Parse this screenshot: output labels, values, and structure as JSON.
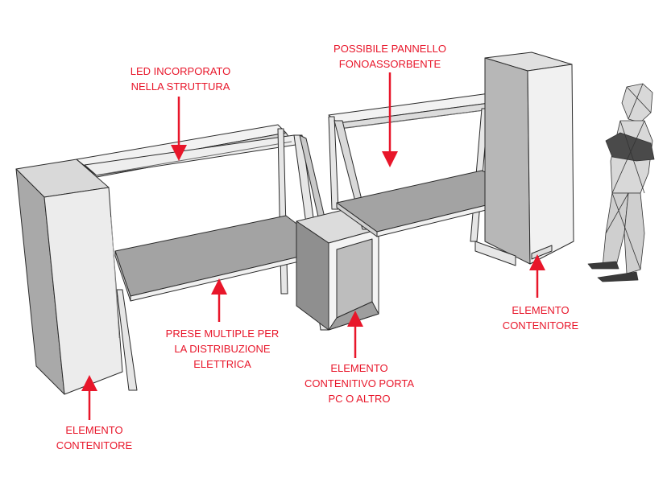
{
  "colors": {
    "annotation": "#e8162a",
    "outline": "#2b2b2b",
    "panel_light": "#ededed",
    "panel_mid": "#bdbdbd",
    "panel_dark": "#8a8a8a",
    "desk_top": "#a8a8a8"
  },
  "labels": {
    "led": {
      "line1": "LED INCORPORATO",
      "line2": "NELLA STRUTTURA"
    },
    "fono": {
      "line1": "POSSIBILE PANNELLO",
      "line2": "FONOASSORBENTE"
    },
    "prese": {
      "line1": "PRESE MULTIPLE PER",
      "line2": "LA DISTRIBUZIONE",
      "line3": "ELETTRICA"
    },
    "pc": {
      "line1": "ELEMENTO",
      "line2": "CONTENITIVO PORTA",
      "line3": "PC O ALTRO"
    },
    "cont_right": {
      "line1": "ELEMENTO",
      "line2": "CONTENITORE"
    },
    "cont_left": {
      "line1": "ELEMENTO",
      "line2": "CONTENITORE"
    }
  }
}
